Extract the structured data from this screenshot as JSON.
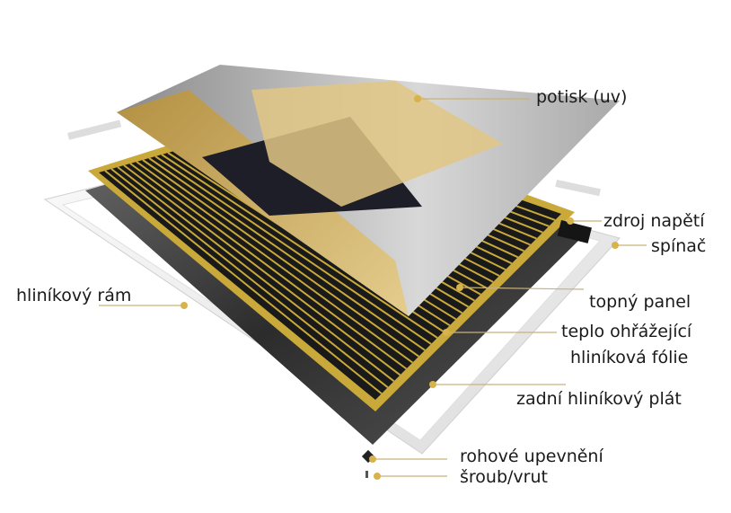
{
  "labels": {
    "print": "potisk (uv)",
    "power_supply": "zdroj napětí",
    "switch": "spínač",
    "frame": "hliníkový rám",
    "heating_panel": "topný panel",
    "foil_line1": "teplo ohřážející",
    "foil_line2": "hliníková fólie",
    "back_plate": "zadní hliníkový plát",
    "corner_mount": "rohové upevnění",
    "screw": "šroub/vrut"
  },
  "colors": {
    "accent_gold": "#d8b24a",
    "leader_line": "#c9b27a",
    "heating_yellow": "#c9a93a",
    "back_plate": "#3a3a3a",
    "frame": "#f2f2f2"
  }
}
